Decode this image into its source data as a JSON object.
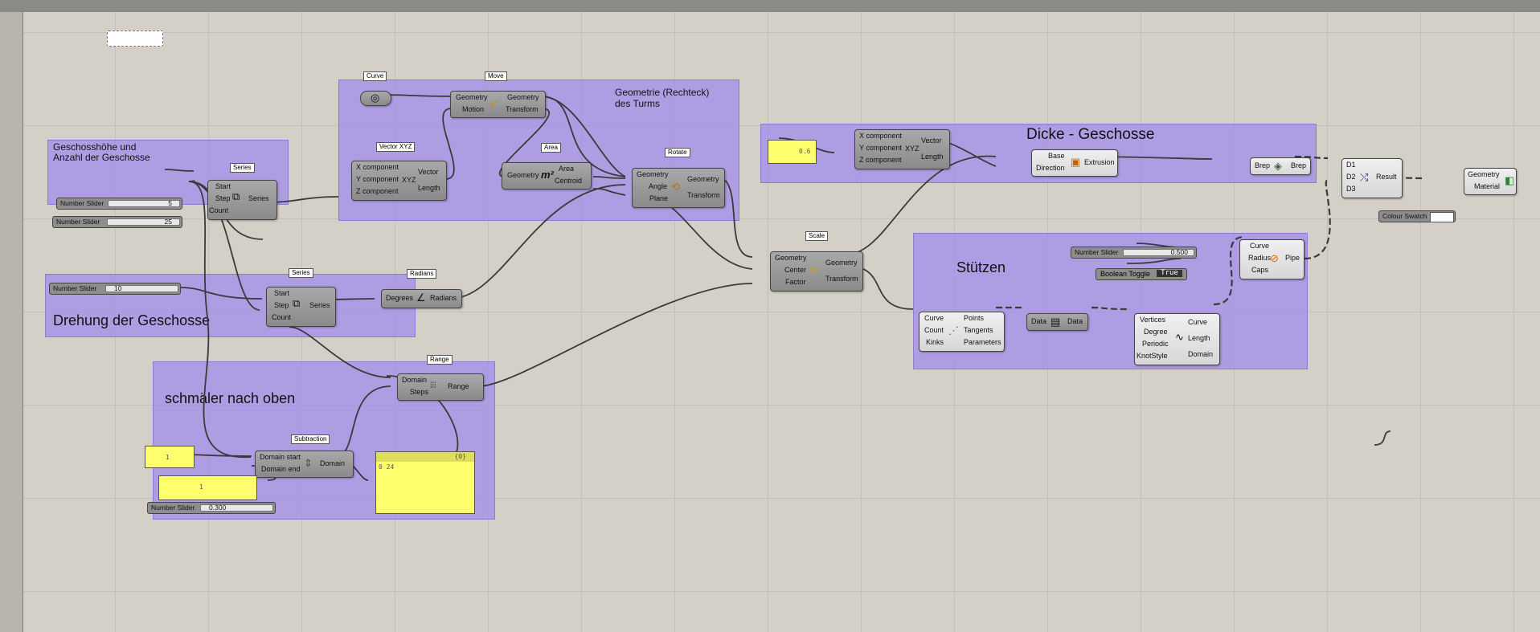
{
  "groups": {
    "geschosse": {
      "title_line1": "Geschosshöhe und",
      "title_line2": "Anzahl der Geschosse"
    },
    "drehung": {
      "title": "Drehung der Geschosse"
    },
    "schmaler": {
      "title": "schmäler nach oben"
    },
    "geometrie": {
      "title_line1": "Geometrie (Rechteck)",
      "title_line2": "des Turms"
    },
    "dicke": {
      "title": "Dicke - Geschosse"
    },
    "stuetzen": {
      "title": "Stützen"
    }
  },
  "tags": {
    "series1": "Series",
    "series2": "Series",
    "curve": "Curve",
    "move": "Move",
    "vector": "Vector XYZ",
    "area": "Area",
    "rotate": "Rotate",
    "radians": "Radians",
    "range": "Range",
    "subtraction": "Subtraction",
    "scale": "Scale"
  },
  "components": {
    "series1": {
      "in": [
        "Start",
        "Step",
        "Count"
      ],
      "out": "Series"
    },
    "series2": {
      "in": [
        "Start",
        "Step",
        "Count"
      ],
      "out": "Series"
    },
    "move": {
      "in": [
        "Geometry",
        "Motion"
      ],
      "out": [
        "Geometry",
        "Transform"
      ]
    },
    "vector1": {
      "in": [
        "X component",
        "Y component",
        "Z component"
      ],
      "out": [
        "Vector",
        "Length"
      ]
    },
    "area": {
      "in": "Geometry",
      "out": [
        "Area",
        "Centroid"
      ]
    },
    "rotate": {
      "in": [
        "Geometry",
        "Angle",
        "Plane"
      ],
      "out": [
        "Geometry",
        "Transform"
      ]
    },
    "radians": {
      "in": "Degrees",
      "out": "Radians"
    },
    "range": {
      "in": [
        "Domain",
        "Steps"
      ],
      "out": "Range"
    },
    "subtraction": {
      "in": [
        "Domain start",
        "Domain end"
      ],
      "out": "Domain"
    },
    "scale": {
      "in": [
        "Geometry",
        "Center",
        "Factor"
      ],
      "out": [
        "Geometry",
        "Transform"
      ]
    },
    "vector2": {
      "in": [
        "X component",
        "Y component",
        "Z component"
      ],
      "out": [
        "Vector",
        "Length"
      ]
    },
    "extrusion": {
      "in": [
        "Base",
        "Direction"
      ],
      "out": "Extrusion"
    },
    "brep": {
      "in": "Brep",
      "out": "Brep"
    },
    "merge": {
      "in": [
        "D1",
        "D2",
        "D3"
      ],
      "out": "Result"
    },
    "preview": {
      "in": [
        "Geometry",
        "Material"
      ]
    },
    "pipe": {
      "in": [
        "Curve",
        "Radius",
        "Caps"
      ],
      "out": "Pipe"
    },
    "divide": {
      "in": [
        "Curve",
        "Count",
        "Kinks"
      ],
      "out": [
        "Points",
        "Tangents",
        "Parameters"
      ]
    },
    "data": {
      "in": "Data",
      "out": "Data"
    },
    "nurbs": {
      "in": [
        "Vertices",
        "Degree",
        "Periodic",
        "KnotStyle"
      ],
      "out": [
        "Curve",
        "Length",
        "Domain"
      ]
    }
  },
  "sliders": {
    "s1": {
      "name": "Number Slider",
      "value": "5"
    },
    "s2": {
      "name": "Number Slider",
      "value": "25"
    },
    "s3": {
      "name": "Number Slider",
      "value": "10"
    },
    "s4": {
      "name": "Number Slider",
      "value": "0.300"
    },
    "s5": {
      "name": "Number Slider",
      "value": "0.500"
    }
  },
  "toggle": {
    "name": "Boolean Toggle",
    "value": "True"
  },
  "swatch": {
    "name": "Colour Swatch"
  },
  "panels": {
    "p1": "1",
    "p2": "1",
    "p3": "0.6",
    "list_path": "{0}",
    "list_item": "0 24"
  },
  "colors": {
    "group": "#a28ceb",
    "panel": "#ffff6e",
    "canvas": "#d4d0c8"
  }
}
